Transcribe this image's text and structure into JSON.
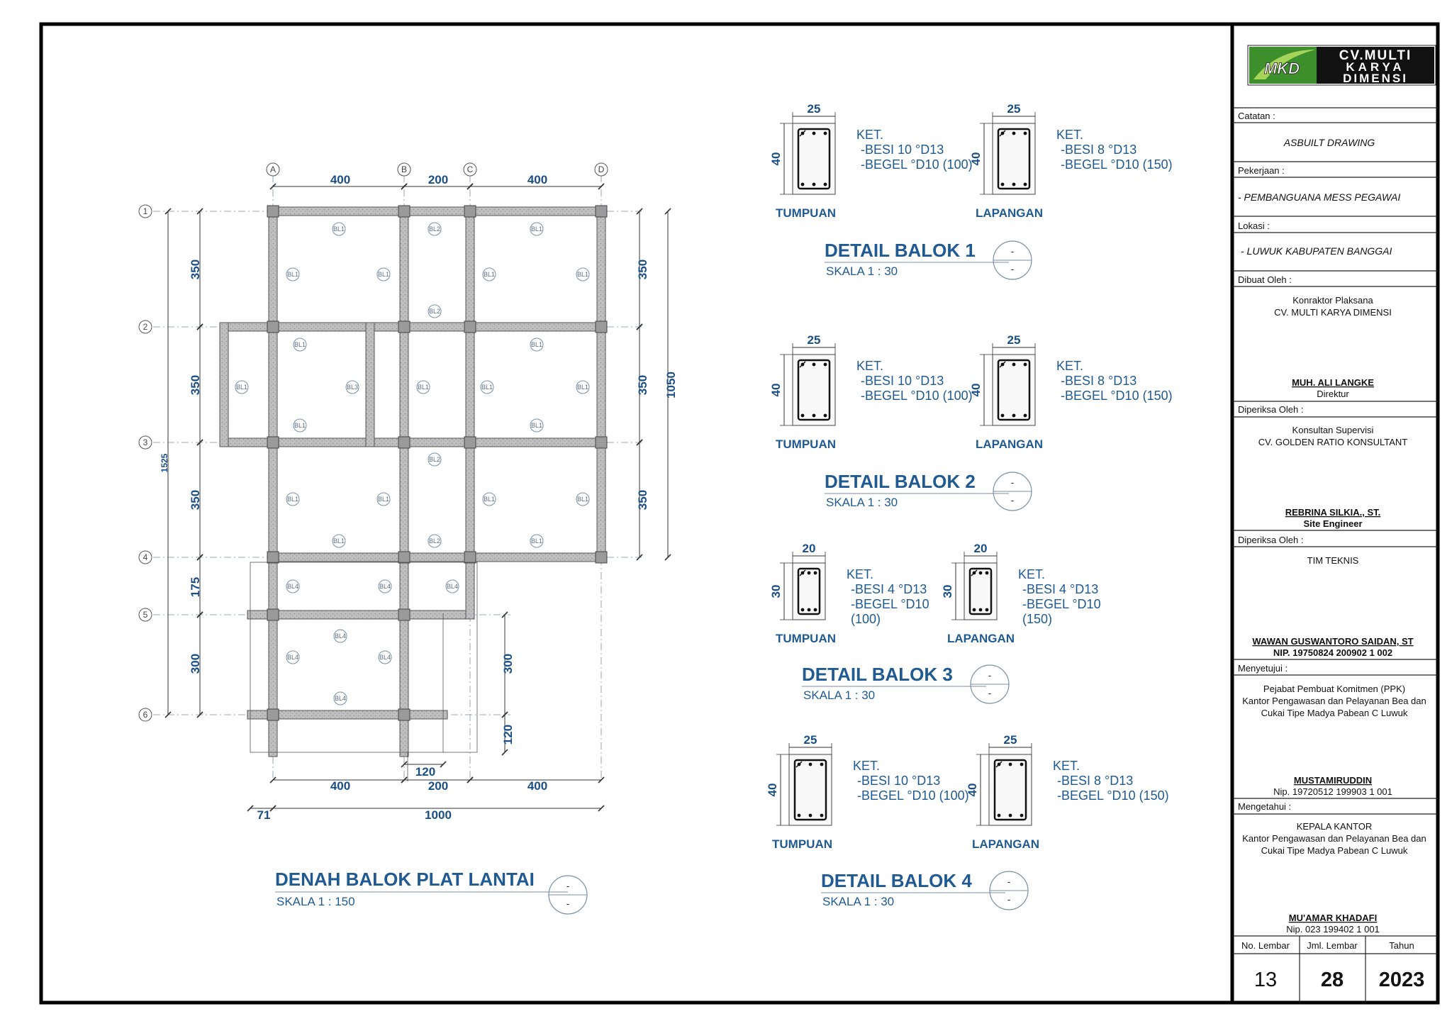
{
  "plan": {
    "title": "DENAH BALOK PLAT LANTAI",
    "scale": "SKALA 1 : 150",
    "symbol": "-",
    "axes_x": [
      "A",
      "B",
      "C",
      "D"
    ],
    "axes_y": [
      "1",
      "2",
      "3",
      "4",
      "5",
      "6"
    ],
    "dims_top": [
      "400",
      "200",
      "400"
    ],
    "dims_bottom": [
      "400",
      "200",
      "400"
    ],
    "dim_bottom_small": "120",
    "dim_total_left": "71",
    "dim_total": "1000",
    "dims_left": [
      "350",
      "350",
      "350",
      "175",
      "300"
    ],
    "dim_far_left": "1525",
    "dims_right": [
      "350",
      "350",
      "350"
    ],
    "dim_right_total": "1050",
    "dims_right_lower": [
      "300",
      "120"
    ],
    "beam_tags": [
      "BL1",
      "BL2",
      "BL3",
      "BL4"
    ]
  },
  "details": [
    {
      "title": "DETAIL BALOK 1",
      "scale": "SKALA 1 : 30",
      "symbol": "-",
      "sections": [
        {
          "label": "TUMPUAN",
          "width": "25",
          "height": "40",
          "ket": "KET.",
          "lines": [
            "-BESI 10 °D13",
            "-BEGEL °D10 (100)"
          ]
        },
        {
          "label": "LAPANGAN",
          "width": "25",
          "height": "40",
          "ket": "KET.",
          "lines": [
            "-BESI 8 °D13",
            "-BEGEL °D10 (150)"
          ]
        }
      ]
    },
    {
      "title": "DETAIL BALOK 2",
      "scale": "SKALA 1 : 30",
      "symbol": "-",
      "sections": [
        {
          "label": "TUMPUAN",
          "width": "25",
          "height": "40",
          "ket": "KET.",
          "lines": [
            "-BESI 10 °D13",
            "-BEGEL °D10 (100)"
          ]
        },
        {
          "label": "LAPANGAN",
          "width": "25",
          "height": "40",
          "ket": "KET.",
          "lines": [
            "-BESI 8 °D13",
            "-BEGEL °D10 (150)"
          ]
        }
      ]
    },
    {
      "title": "DETAIL BALOK 3",
      "scale": "SKALA 1 : 30",
      "symbol": "-",
      "sections": [
        {
          "label": "TUMPUAN",
          "width": "20",
          "height": "30",
          "ket": "KET.",
          "lines": [
            "-BESI 4 °D13",
            "-BEGEL °D10",
            "(100)"
          ]
        },
        {
          "label": "LAPANGAN",
          "width": "20",
          "height": "30",
          "ket": "KET.",
          "lines": [
            "-BESI 4 °D13",
            "-BEGEL °D10",
            "(150)"
          ]
        }
      ]
    },
    {
      "title": "DETAIL BALOK 4",
      "scale": "SKALA 1 : 30",
      "symbol": "-",
      "sections": [
        {
          "label": "TUMPUAN",
          "width": "25",
          "height": "40",
          "ket": "KET.",
          "lines": [
            "-BESI 10 °D13",
            "-BEGEL °D10 (100)"
          ]
        },
        {
          "label": "LAPANGAN",
          "width": "25",
          "height": "40",
          "ket": "KET.",
          "lines": [
            "-BESI 8 °D13",
            "-BEGEL °D10 (150)"
          ]
        }
      ]
    }
  ],
  "titleblock": {
    "logo_mark": "MKD",
    "company": [
      "CV.MULTI",
      "KARYA",
      "DIMENSI"
    ],
    "catatan_label": "Catatan :",
    "catatan": "ASBUILT DRAWING",
    "pekerjaan_label": "Pekerjaan :",
    "pekerjaan": "- PEMBANGUANA MESS PEGAWAI",
    "lokasi_label": "Lokasi :",
    "lokasi": "- LUWUK KABUPATEN BANGGAI",
    "dibuat_label": "Dibuat Oleh :",
    "dibuat_role": "Konraktor Plaksana",
    "dibuat_org": "CV. MULTI KARYA DIMENSI",
    "dibuat_name": "MUH. ALI LANGKE",
    "dibuat_title": "Direktur",
    "diperiksa1_label": "Diperiksa Oleh :",
    "diperiksa1_role": "Konsultan  Supervisi",
    "diperiksa1_org": "CV. GOLDEN RATIO KONSULTANT",
    "diperiksa1_name": "REBRINA SILKIA., ST.",
    "diperiksa1_title": "Site Engineer",
    "diperiksa2_label": "Diperiksa Oleh :",
    "diperiksa2_role": "TIM TEKNIS",
    "diperiksa2_name": "WAWAN GUSWANTORO SAIDAN, ST",
    "diperiksa2_nip": "NIP. 19750824 200902 1 002",
    "menyetujui_label": "Menyetujui :",
    "menyetujui_lines": [
      "Pejabat Pembuat Komitmen (PPK)",
      "Kantor Pengawasan dan Pelayanan Bea dan",
      "Cukai Tipe Madya Pabean C Luwuk"
    ],
    "menyetujui_name": "MUSTAMIRUDDIN",
    "menyetujui_nip": "Nip. 19720512 199903 1 001",
    "mengetahui_label": "Mengetahui :",
    "mengetahui_lines": [
      "KEPALA KANTOR",
      "Kantor Pengawasan dan Pelayanan Bea dan",
      "Cukai Tipe Madya Pabean C Luwuk"
    ],
    "mengetahui_name": "MU'AMAR  KHADAFI",
    "mengetahui_nip": "Nip. 023 199402 1 001",
    "no_lembar_label": "No. Lembar",
    "jml_lembar_label": "Jml. Lembar",
    "tahun_label": "Tahun",
    "no_lembar": "13",
    "jml_lembar": "28",
    "tahun": "2023"
  }
}
